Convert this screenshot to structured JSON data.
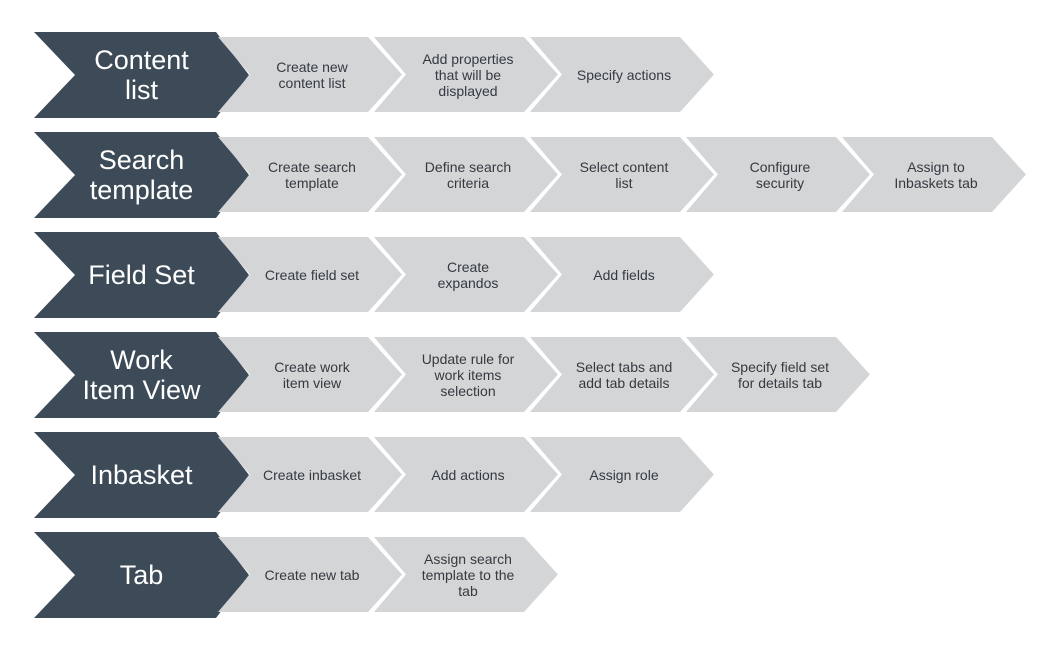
{
  "rows": [
    {
      "title": "Content\nlist",
      "steps": [
        "Create new\ncontent list",
        "Add properties\nthat will be\ndisplayed",
        "Specify actions"
      ]
    },
    {
      "title": "Search\ntemplate",
      "steps": [
        "Create search\ntemplate",
        "Define search\ncriteria",
        "Select content\nlist",
        "Configure\nsecurity",
        "Assign to\nInbaskets tab"
      ]
    },
    {
      "title": "Field Set",
      "steps": [
        "Create field set",
        "Create\nexpandos",
        "Add fields"
      ]
    },
    {
      "title": "Work\nItem View",
      "steps": [
        "Create work\nitem view",
        "Update rule for\nwork items\nselection",
        "Select tabs and\nadd tab details",
        "Specify field set\nfor details tab"
      ]
    },
    {
      "title": "Inbasket",
      "steps": [
        "Create inbasket",
        "Add actions",
        "Assign role"
      ]
    },
    {
      "title": "Tab",
      "steps": [
        "Create new tab",
        "Assign search\ntemplate to the\ntab"
      ]
    }
  ],
  "colors": {
    "main_chevron": "#3d4a57",
    "step_chevron": "#d4d5d7",
    "main_text": "#ffffff",
    "step_text": "#333a40"
  }
}
